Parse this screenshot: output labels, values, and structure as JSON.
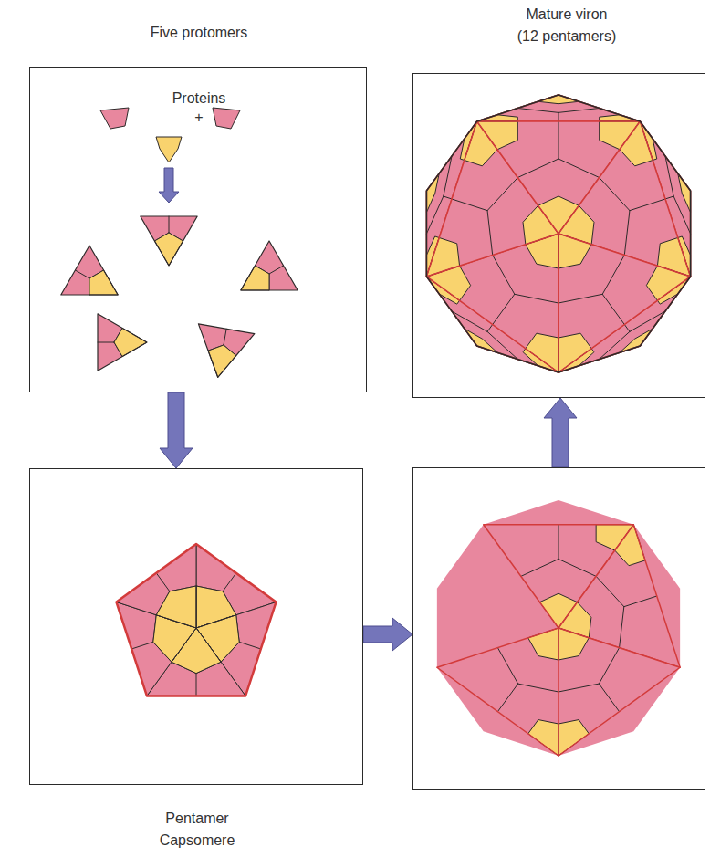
{
  "diagram": {
    "nodes": [
      {
        "text": [
          "Five protomers",
          "Proteins",
          "+"
        ]
      },
      {
        "text": [
          "Mature viron (12 pentamers)"
        ]
      },
      {
        "text": [
          "Pentamer Capsomere"
        ]
      },
      {
        "text": []
      }
    ],
    "edges": [
      {
        "from": 0,
        "to": 2,
        "arrow": "to"
      },
      {
        "from": 2,
        "to": 3,
        "arrow": "to"
      },
      {
        "from": 3,
        "to": 1,
        "arrow": "to"
      }
    ]
  }
}
